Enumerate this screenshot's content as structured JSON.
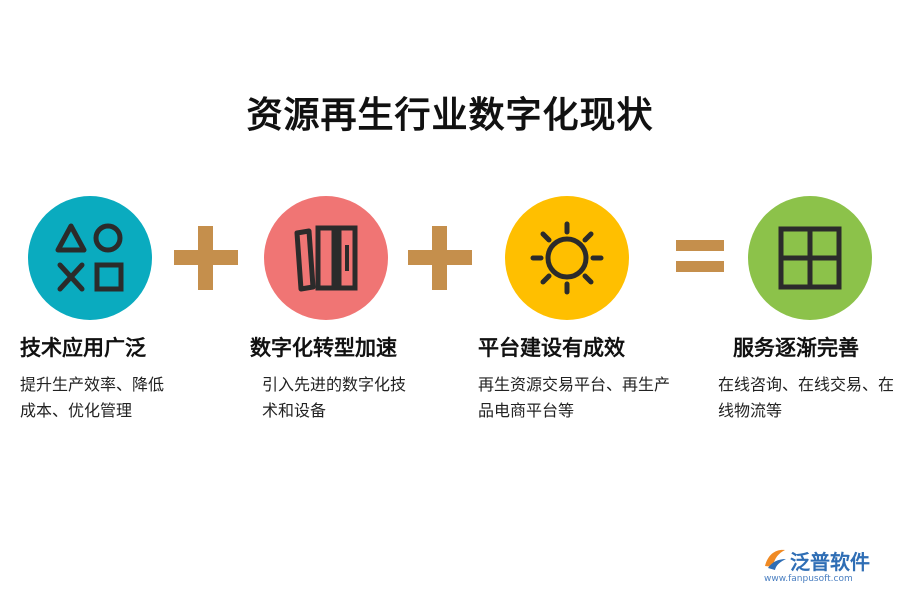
{
  "title": "资源再生行业数字化现状",
  "steps": [
    {
      "heading": "技术应用广泛",
      "desc": "提升生产效率、降低成本、优化管理",
      "icon": "shapes-icon",
      "color": "#0aabbf"
    },
    {
      "heading": "数字化转型加速",
      "desc": "引入先进的数字化技术和设备",
      "icon": "books-icon",
      "color": "#f07574"
    },
    {
      "heading": "平台建设有成效",
      "desc": "再生资源交易平台、再生产品电商平台等",
      "icon": "sun-icon",
      "color": "#ffbf00"
    },
    {
      "heading": "服务逐渐完善",
      "desc": "在线咨询、在线交易、在线物流等",
      "icon": "grid-icon",
      "color": "#8cc24a"
    }
  ],
  "operators": [
    "plus",
    "plus",
    "equals"
  ],
  "operator_color": "#c58f4c",
  "logo": {
    "name": "泛普软件",
    "url": "www.fanpusoft.com"
  }
}
